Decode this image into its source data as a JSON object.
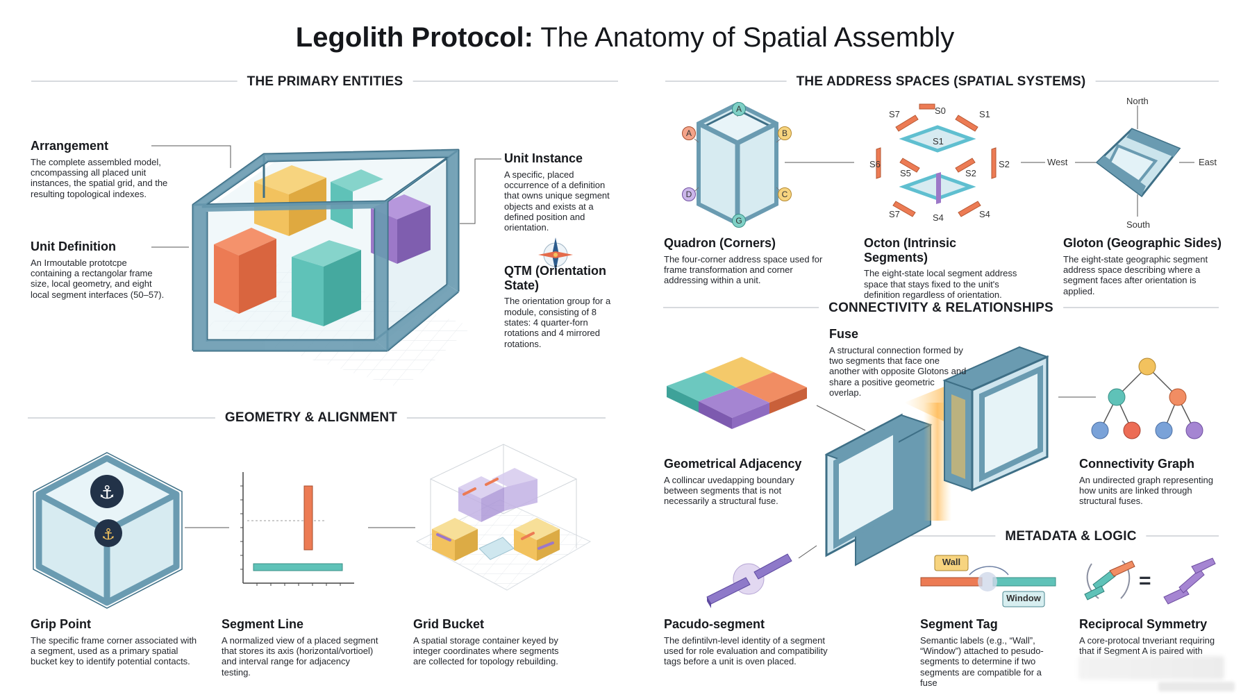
{
  "header": {
    "title_bold": "Legolith Protocol:",
    "title_rest": "The Anatomy of Spatial Assembly"
  },
  "sections": {
    "primary": "THE PRIMARY ENTITIES",
    "address": "THE ADDRESS SPACES (SPATIAL SYSTEMS)",
    "geometry": "GEOMETRY & ALIGNMENT",
    "connectivity": "CONNECTIVITY & RELATIONSHIPS",
    "metadata": "METADATA & LOGIC"
  },
  "entities": {
    "arrangement": {
      "title": "Arrangement",
      "text": "The complete assembled model, cncompassing all placed unit instances, the spatial grid, and the resulting topological indexes."
    },
    "unit_definition": {
      "title": "Unit Definition",
      "text": "An Irmoutable prototcpe containing a rectangolar frame size, local geometry, and eight local segment interfaces (50–57)."
    },
    "unit_instance": {
      "title": "Unit Instance",
      "text": "A specific, placed occurrence of a definition that owns unique segment objects and exists at a defined position and orientation."
    },
    "qtm": {
      "title": "QTM (Orientation State)",
      "text": "The orientation group for a module, consisting of 8 states: 4 quarter-forn rotations and 4 mirrored rotations."
    }
  },
  "address_spaces": {
    "quadron": {
      "title": "Quadron (Corners)",
      "text": "The four-corner address space used for frame transformation and corner addressing within a unit.",
      "corner_labels": [
        "A",
        "B",
        "C",
        "G",
        "D",
        "A"
      ]
    },
    "octon": {
      "title": "Octon (Intrinsic Segments)",
      "text": "The eight-state local segment address space that stays fixed to the unit's definition regardless of orientation.",
      "segment_labels": [
        "S7",
        "S0",
        "S1",
        "S1",
        "S6",
        "S5",
        "S2",
        "S2",
        "S7",
        "S4",
        "S4"
      ]
    },
    "gloton": {
      "title": "Gloton (Geographic Sides)",
      "text": "The eight-state geographic segment address space describing where a segment faces after orientation is applied.",
      "directions": {
        "north": "North",
        "south": "South",
        "east": "East",
        "west": "West"
      }
    }
  },
  "geometry": {
    "grip_point": {
      "title": "Grip Point",
      "text": "The specific frame corner associated with a segment, used as a primary spatial bucket key to identify potential contacts."
    },
    "segment_line": {
      "title": "Segment Line",
      "text": "A normalized view of a placed segment that stores its axis (horizontal/vortioel) and interval range for adjacency testing."
    },
    "grid_bucket": {
      "title": "Grid Bucket",
      "text": "A spatial storage container keyed by integer coordinates where segments are collected for topology rebuilding."
    }
  },
  "connectivity": {
    "fuse": {
      "title": "Fuse",
      "text": "A structural connection formed by two segments that face one another with opposite Glotons and share a positive geometric overlap."
    },
    "adjacency": {
      "title": "Geometrical Adjacency",
      "text": "A collincar uvedapping boundary between segments that is not necessarily a structural fuse."
    },
    "graph": {
      "title": "Connectivity Graph",
      "text": "An undirected graph representing how units are linked through structural fuses."
    }
  },
  "metadata": {
    "pseudo_segment": {
      "title": "Pacudo-segment",
      "text": "The defintilvn-level identity of a segment used for role evaluation and compatibility tags before a unit is oven placed."
    },
    "segment_tag": {
      "title": "Segment Tag",
      "text": "Semantic labels (e.g., “Wall”, “Window”) attached to pesudo-segments to determine if two segments are compatible for a fuse",
      "tags": [
        "Wall",
        "Window"
      ]
    },
    "reciprocal": {
      "title": "Reciprocal Symmetry",
      "text": "A core-protocal tnveriant requiring that if Segment A is paired with",
      "equals_sign": "="
    }
  },
  "colors": {
    "frame": "#6a9bb1",
    "frame_dark": "#3e6f86",
    "glass": "#cfe6ee",
    "orange": "#ec7b54",
    "yellow": "#f2c25e",
    "teal": "#5fc2b8",
    "purple": "#9c78c8",
    "blue": "#7aa2d8",
    "red": "#ec6c55",
    "navy": "#223248"
  }
}
